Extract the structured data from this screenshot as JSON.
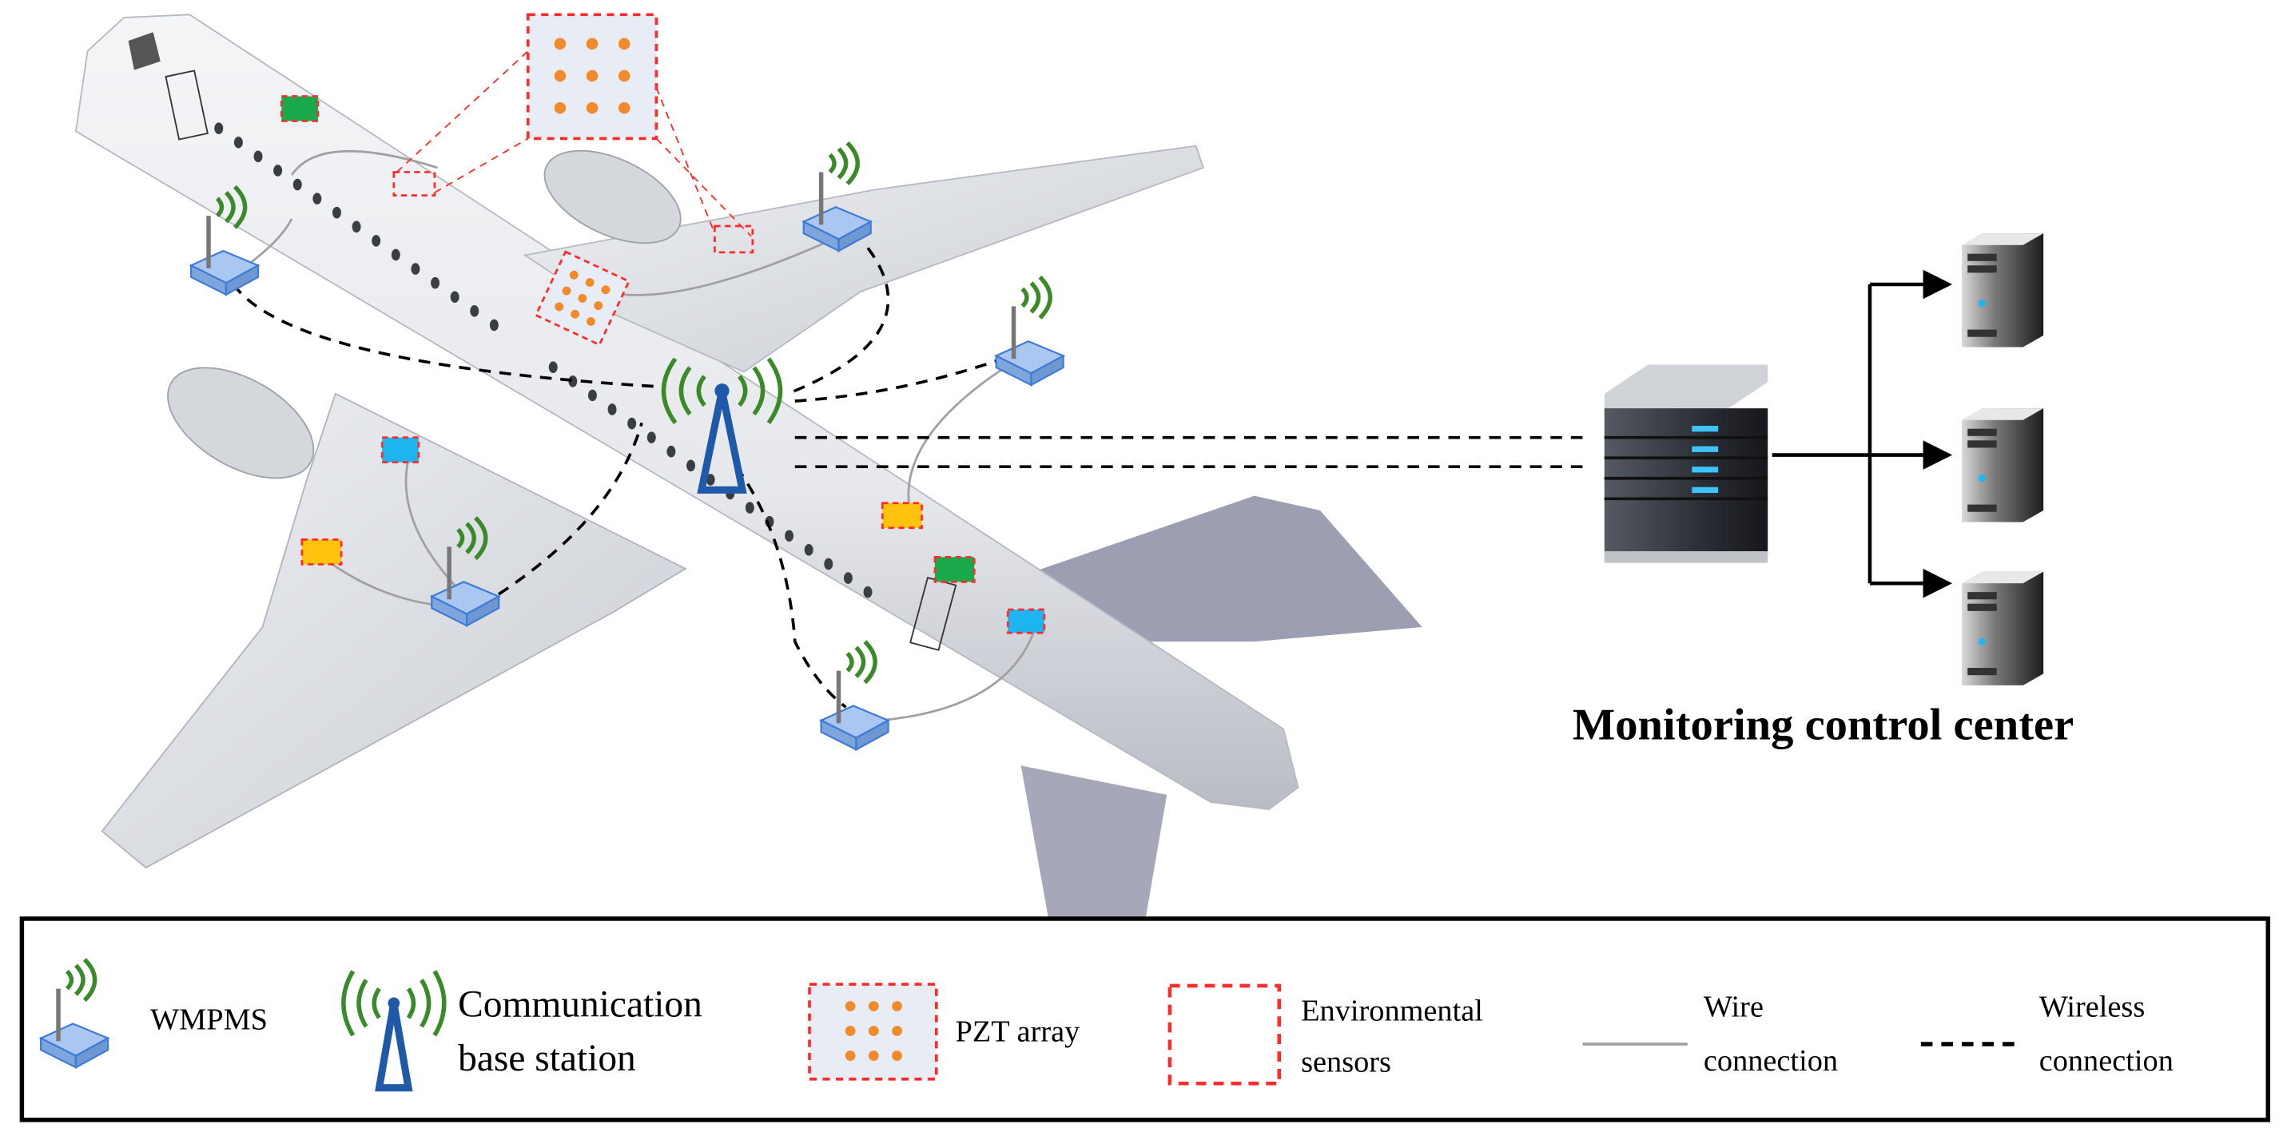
{
  "control_center": {
    "label": "Monitoring control center"
  },
  "legend": {
    "wmpms": "WMPMS",
    "base_station_line1": "Communication",
    "base_station_line2": "base station",
    "pzt": "PZT array",
    "env_line1": "Environmental",
    "env_line2": "sensors",
    "wire_line1": "Wire",
    "wire_line2": "connection",
    "wireless_line1": "Wireless",
    "wireless_line2": "connection"
  },
  "colors": {
    "wifi": "#3a8a2a",
    "node": "#8fb4e6",
    "node_edge": "#3d7bd6",
    "tower": "#1f5aa8",
    "sensor_border": "#ff2a2a",
    "sensor_green": "#19a84a",
    "sensor_blue": "#1eb4f0",
    "sensor_yellow": "#ffc20e",
    "pzt_dot": "#f08a2a"
  }
}
